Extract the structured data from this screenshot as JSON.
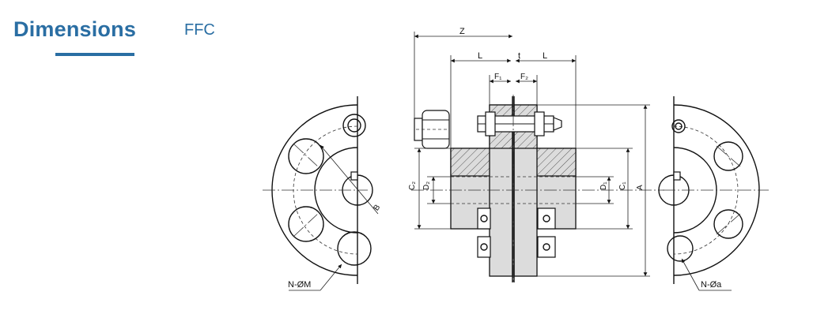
{
  "header": {
    "title": "Dimensions",
    "model": "FFC"
  },
  "labels": {
    "z": "Z",
    "l_left": "L",
    "t": "t",
    "l_right": "L",
    "f1": "F₁",
    "f2": "F₂",
    "c2": "C₂",
    "d2": "D₂",
    "d1": "D₁",
    "c1": "C₁",
    "a": "A",
    "b": "B",
    "n_m": "N-ØM",
    "n_a": "N-Øa"
  },
  "colors": {
    "accent": "#2a6ea3",
    "body_fill": "#dcdcdc",
    "line": "#111111"
  }
}
